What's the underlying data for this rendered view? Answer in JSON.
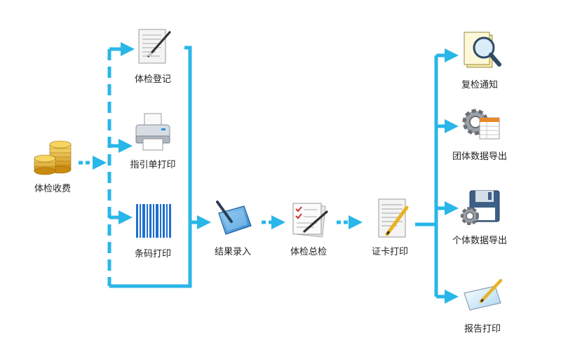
{
  "nodes": {
    "fee": "体检收费",
    "register": "体检登记",
    "guide_print": "指引单打印",
    "barcode_print": "条码打印",
    "result_entry": "结果录入",
    "summary": "体检总检",
    "cert_print": "证卡打印",
    "recheck_notice": "复检通知",
    "group_export": "团体数据导出",
    "personal_export": "个体数据导出",
    "report_print": "报告打印"
  },
  "icons": {
    "fee": "coin-stack-icon",
    "register": "form-pen-icon",
    "guide_print": "printer-icon",
    "barcode_print": "barcode-icon",
    "result_entry": "tablet-pen-icon",
    "summary": "checklist-pen-icon",
    "cert_print": "document-pencil-icon",
    "recheck_notice": "magnifier-document-icon",
    "group_export": "gear-table-icon",
    "personal_export": "floppy-gear-icon",
    "report_print": "tablet-pencil-icon"
  },
  "colors": {
    "arrow": "#29b6e8",
    "coin": "#e0a81c",
    "barcode": "#1e6fd0",
    "paper": "#f2f2f2"
  }
}
